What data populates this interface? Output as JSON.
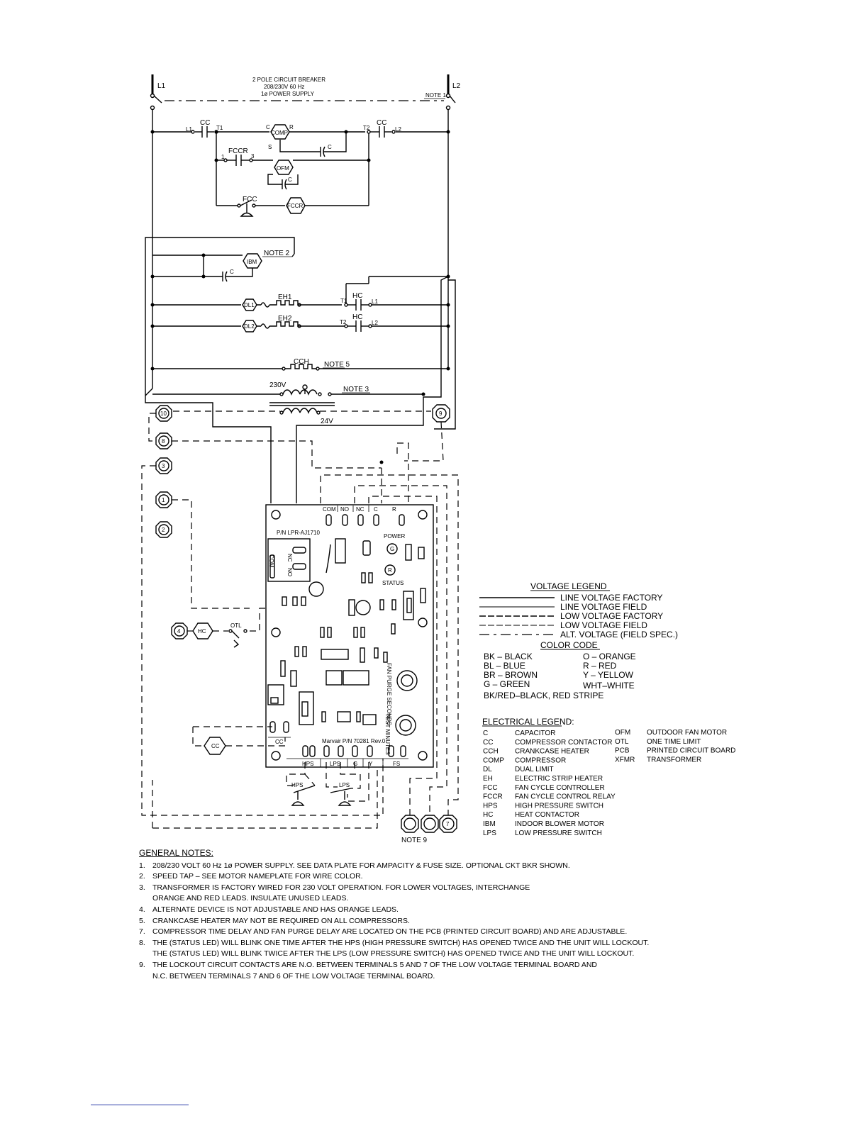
{
  "breaker": {
    "line1": "2 POLE CIRCUIT BREAKER",
    "line2": "208/230V 60 Hz",
    "line3": "1ø POWER SUPPLY",
    "note": "NOTE 1"
  },
  "labels": {
    "l1": "L1",
    "l2": "L2",
    "cc": "CC",
    "t1": "T1",
    "t2": "T2",
    "cl1": "L1",
    "cl2": "L2",
    "comp": "COMP",
    "c": "C",
    "r": "R",
    "s": "S",
    "fccr": "FCCR",
    "fccr1": "1",
    "fccr3": "3",
    "ofm": "OFM",
    "fcc": "FCC",
    "fccr_coil": "FCCR",
    "ibm": "IBM",
    "note2": "NOTE 2",
    "dl1": "DL1",
    "dl2": "DL2",
    "eh1": "EH1",
    "eh2": "EH2",
    "hc": "HC",
    "cch": "CCH",
    "note5": "NOTE 5",
    "v230": "230V",
    "v24": "24V",
    "note3": "NOTE 3",
    "term10": "10",
    "term9": "9",
    "term8": "8",
    "term3": "3",
    "term1": "1",
    "term2": "2",
    "term4": "4",
    "term7": "7",
    "otl": "OTL",
    "hps": "HPS",
    "lps": "LPS",
    "note9": "NOTE 9"
  },
  "board": {
    "top_terminals": [
      "COM",
      "NO",
      "NC",
      "C",
      "R"
    ],
    "relay_nc": "NC",
    "relay_no": "NO",
    "relay_com": "COM",
    "pn": "P/N LPR-AJ1710",
    "power": "POWER",
    "g": "G",
    "r": "R",
    "status": "STATUS",
    "fan_purge": "FAN PURGE SECONDS",
    "test": "TEST MINUTES",
    "marvair": "Marvair P/N 70281 Rev.0",
    "bottom_terminals": [
      "HPS",
      "LPS",
      "G",
      "Y",
      "FS"
    ],
    "cc": "CC"
  },
  "voltage_legend": {
    "title": "VOLTAGE LEGEND",
    "items": [
      "LINE VOLTAGE FACTORY",
      "LINE VOLTAGE FIELD",
      "LOW VOLTAGE FACTORY",
      "LOW VOLTAGE FIELD",
      "ALT. VOLTAGE (FIELD SPEC.)"
    ]
  },
  "color_code": {
    "title": "COLOR CODE",
    "left": [
      "BK – BLACK",
      "BL – BLUE",
      "BR – BROWN",
      "G – GREEN"
    ],
    "right": [
      "O – ORANGE",
      "R – RED",
      "Y – YELLOW",
      "WHT–WHITE"
    ],
    "stripe": "BK/RED–BLACK, RED STRIPE"
  },
  "electrical_legend": {
    "title": "ELECTRICAL LEGEND:",
    "left": [
      [
        "C",
        "CAPACITOR"
      ],
      [
        "CC",
        "COMPRESSOR CONTACTOR"
      ],
      [
        "CCH",
        "CRANKCASE HEATER"
      ],
      [
        "COMP",
        "COMPRESSOR"
      ],
      [
        "DL",
        "DUAL LIMIT"
      ],
      [
        "EH",
        "ELECTRIC STRIP HEATER"
      ],
      [
        "FCC",
        "FAN CYCLE CONTROLLER"
      ],
      [
        "FCCR",
        "FAN CYCLE CONTROL RELAY"
      ],
      [
        "HPS",
        "HIGH PRESSURE SWITCH"
      ],
      [
        "HC",
        "HEAT CONTACTOR"
      ],
      [
        "IBM",
        "INDOOR BLOWER MOTOR"
      ],
      [
        "LPS",
        "LOW PRESSURE SWITCH"
      ]
    ],
    "right": [
      [
        "OFM",
        "OUTDOOR FAN MOTOR"
      ],
      [
        "OTL",
        "ONE TIME LIMIT"
      ],
      [
        "PCB",
        "PRINTED CIRCUIT BOARD"
      ],
      [
        "XFMR",
        "TRANSFORMER"
      ]
    ]
  },
  "general_notes": {
    "title": "GENERAL NOTES:",
    "items": [
      {
        "num": "1.",
        "lines": [
          "208/230 VOLT 60 Hz 1ø POWER SUPPLY. SEE DATA PLATE FOR AMPACITY & FUSE SIZE. OPTIONAL CKT BKR SHOWN."
        ]
      },
      {
        "num": "2.",
        "lines": [
          "SPEED TAP – SEE MOTOR NAMEPLATE FOR WIRE COLOR."
        ]
      },
      {
        "num": "3.",
        "lines": [
          "TRANSFORMER IS FACTORY WIRED FOR 230 VOLT OPERATION. FOR LOWER VOLTAGES, INTERCHANGE",
          "ORANGE AND RED LEADS. INSULATE UNUSED LEADS."
        ]
      },
      {
        "num": "4.",
        "lines": [
          "ALTERNATE DEVICE IS NOT ADJUSTABLE AND HAS ORANGE LEADS."
        ]
      },
      {
        "num": "5.",
        "lines": [
          "CRANKCASE HEATER MAY NOT BE REQUIRED ON ALL COMPRESSORS."
        ]
      },
      {
        "num": "7.",
        "lines": [
          "COMPRESSOR TIME DELAY AND FAN PURGE DELAY ARE LOCATED ON THE PCB (PRINTED CIRCUIT BOARD) AND ARE ADJUSTABLE."
        ]
      },
      {
        "num": "8.",
        "lines": [
          "THE (STATUS LED) WILL BLINK ONE TIME AFTER THE HPS (HIGH PRESSURE SWITCH) HAS OPENED TWICE AND THE UNIT WILL LOCKOUT.",
          "THE (STATUS LED) WILL BLINK TWICE AFTER THE LPS (LOW PRESSURE SWITCH) HAS OPENED TWICE AND THE UNIT WILL LOCKOUT."
        ]
      },
      {
        "num": "9.",
        "lines": [
          "THE LOCKOUT CIRCUIT CONTACTS ARE N.O. BETWEEN TERMINALS 5 AND 7 OF THE LOW VOLTAGE TERMINAL BOARD AND",
          "N.C. BETWEEN TERMINALS 7 AND 6 OF THE LOW VOLTAGE TERMINAL BOARD."
        ]
      }
    ]
  }
}
